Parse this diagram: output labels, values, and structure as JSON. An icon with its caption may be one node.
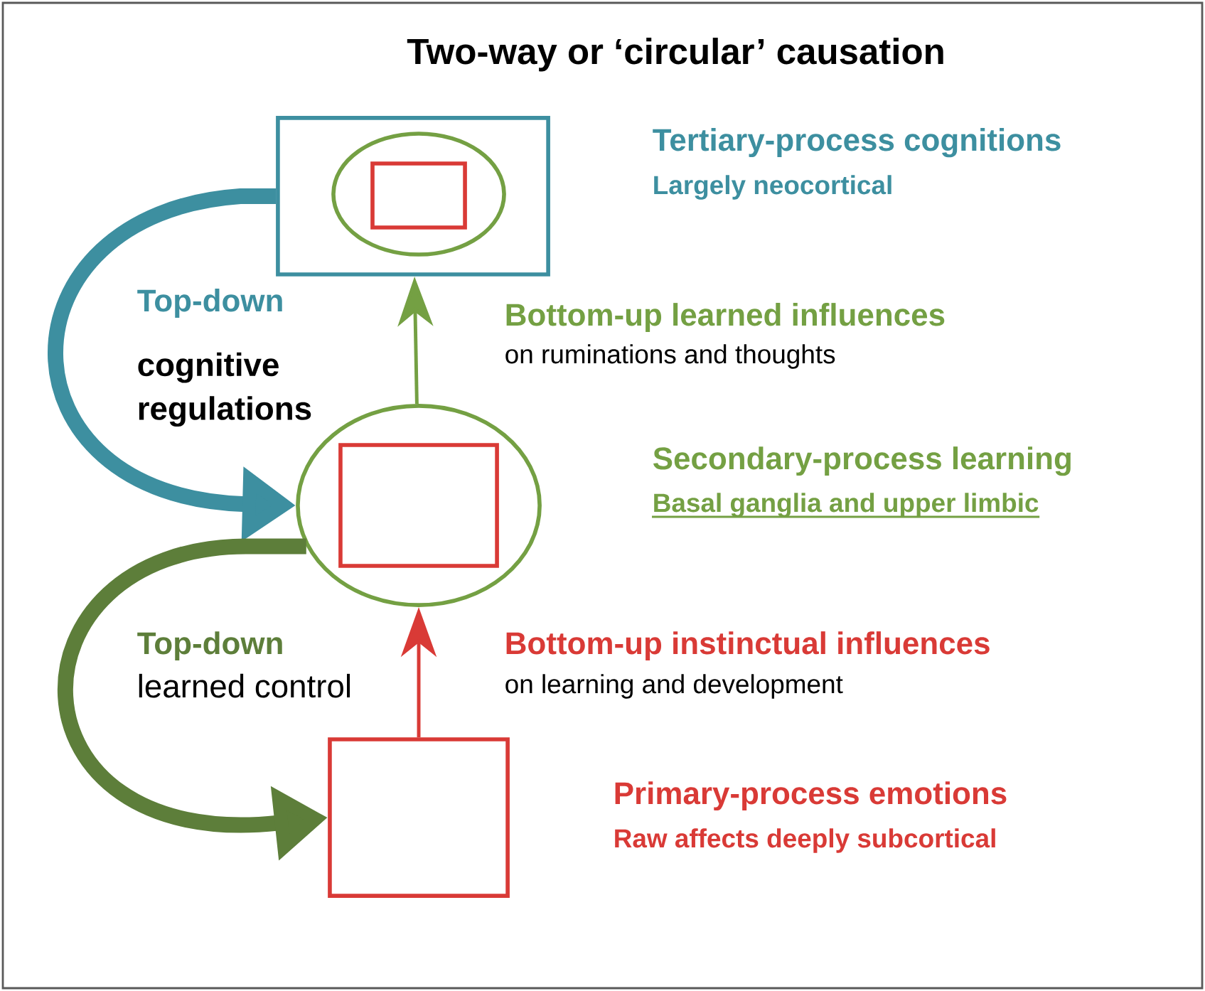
{
  "diagram": {
    "title": "Two-way or ‘circular’ causation",
    "nodes": [
      {
        "text": [],
        "shape": "box",
        "beside": [
          "Tertiary-process cognitions",
          "Largely neocortical"
        ]
      },
      {
        "text": [],
        "shape": "circle",
        "in": 0
      },
      {
        "text": [],
        "shape": "box",
        "in": 1
      },
      {
        "text": [],
        "shape": "circle",
        "beside": [
          "Secondary-process learning",
          "Basal ganglia and upper limbic"
        ]
      },
      {
        "text": [],
        "shape": "box",
        "in": 3
      },
      {
        "text": [],
        "shape": "box",
        "beside": [
          "Primary-process emotions",
          "Raw affects deeply subcortical"
        ]
      }
    ],
    "edges": [
      {
        "from": 3,
        "to": 0,
        "arrow": "to",
        "label": "Bottom-up learned influences",
        "color": "#74a043"
      },
      {
        "from": 5,
        "to": 3,
        "arrow": "to",
        "label": "Bottom-up instinctual influences",
        "color": "#d93a36"
      },
      {
        "from": 0,
        "to": 3,
        "arrow": "to",
        "label": "Top-down",
        "style": "thick",
        "color": "#3d8fa0"
      },
      {
        "from": 3,
        "to": 5,
        "arrow": "to",
        "label": "Top-down",
        "style": "thick",
        "color": "#5d7e3a"
      }
    ],
    "labels": [
      "cognitive regulations",
      "on ruminations and thoughts",
      "learned control",
      "on learning and development"
    ]
  }
}
